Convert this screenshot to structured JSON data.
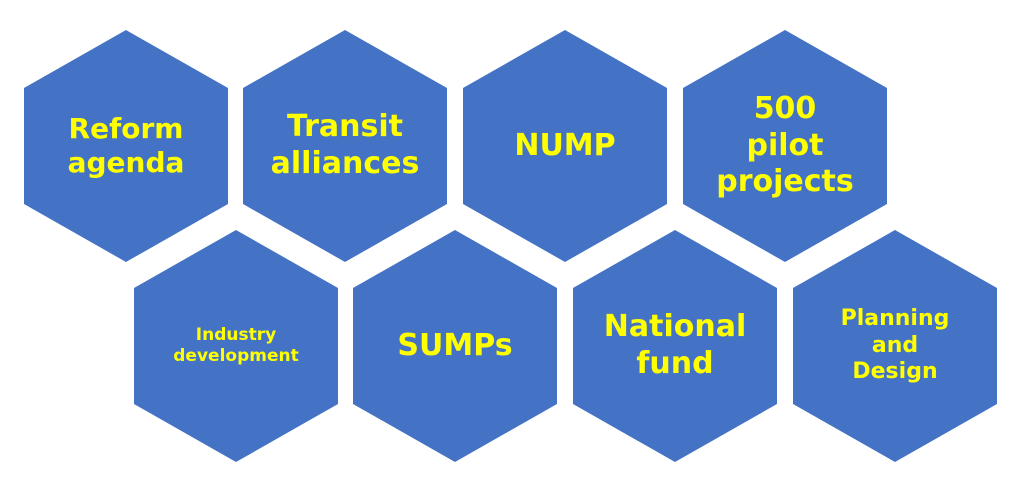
{
  "diagram": {
    "fill_color": "#4472c4",
    "text_color": "#ffff00",
    "hexagons": [
      {
        "label": "Reform\nagenda"
      },
      {
        "label": "Transit\nalliances"
      },
      {
        "label": "NUMP"
      },
      {
        "label": "500\npilot\nprojects"
      },
      {
        "label": "Industry\ndevelopment"
      },
      {
        "label": "SUMPs"
      },
      {
        "label": "National\nfund"
      },
      {
        "label": "Planning\nand\nDesign"
      }
    ]
  }
}
